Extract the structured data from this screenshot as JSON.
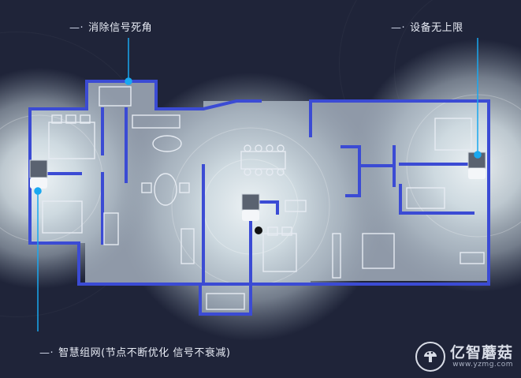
{
  "callouts": {
    "top_left": "消除信号死角",
    "top_right": "设备无上限",
    "bottom": "智慧组网(节点不断优化 信号不衰减)",
    "dash": "—·"
  },
  "logo": {
    "name": "亿智蘑菇",
    "url": "www.yzmg.com",
    "icon": "mushroom-icon"
  },
  "colors": {
    "background": "#1f2439",
    "wall": "#3b4bd4",
    "floor": "#9aa3b3",
    "signal": "#dfe9ee",
    "leader": "#19a8f0"
  }
}
